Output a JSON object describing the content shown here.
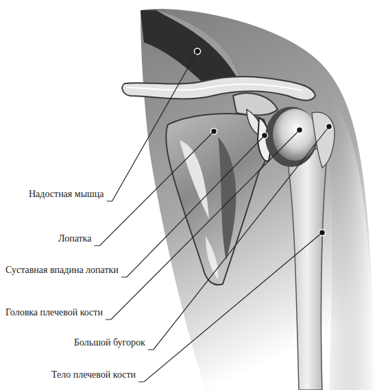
{
  "diagram": {
    "labels": [
      "Надостная мышца",
      "Лопатка",
      "Суставная впадина лопатки",
      "Головка плечевой кости",
      "Большой бугорок",
      "Тело плечевой кости"
    ]
  }
}
